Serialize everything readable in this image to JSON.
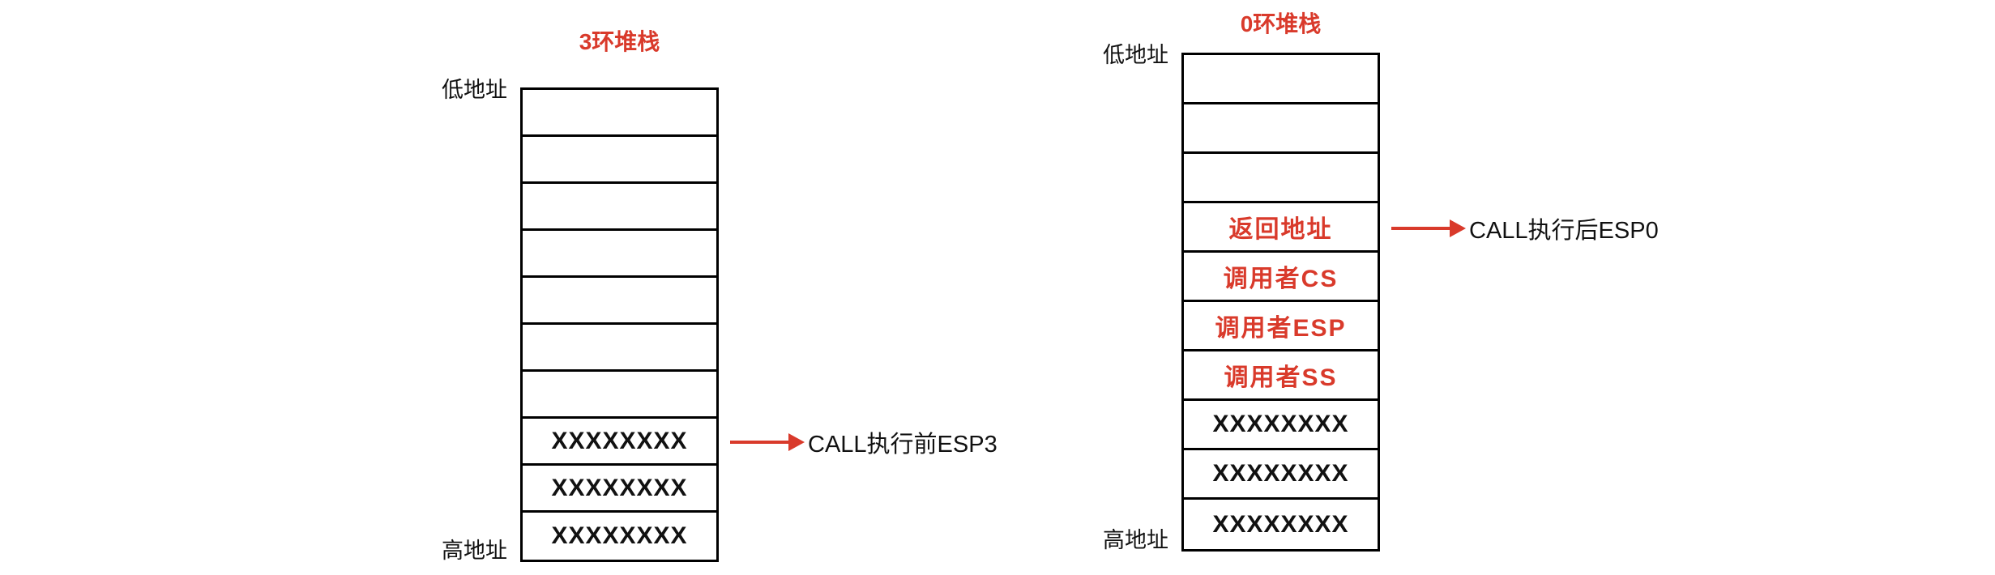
{
  "colors": {
    "accent": "#d93a2b",
    "ink": "#111111"
  },
  "stacks": [
    {
      "title": "3环堆栈",
      "address_labels": {
        "low": "低地址",
        "high": "高地址"
      },
      "rows": [
        {
          "text": "",
          "style": "empty"
        },
        {
          "text": "",
          "style": "empty"
        },
        {
          "text": "",
          "style": "empty"
        },
        {
          "text": "",
          "style": "empty"
        },
        {
          "text": "",
          "style": "empty"
        },
        {
          "text": "",
          "style": "empty"
        },
        {
          "text": "",
          "style": "empty"
        },
        {
          "text": "XXXXXXXX",
          "style": "data"
        },
        {
          "text": "XXXXXXXX",
          "style": "data"
        },
        {
          "text": "XXXXXXXX",
          "style": "data"
        }
      ],
      "pointer": {
        "row": 7,
        "label": "CALL执行前ESP3"
      }
    },
    {
      "title": "0环堆栈",
      "address_labels": {
        "low": "低地址",
        "high": "高地址"
      },
      "rows": [
        {
          "text": "",
          "style": "empty"
        },
        {
          "text": "",
          "style": "empty"
        },
        {
          "text": "",
          "style": "empty"
        },
        {
          "text": "返回地址",
          "style": "highlight"
        },
        {
          "text": "调用者CS",
          "style": "highlight"
        },
        {
          "text": "调用者ESP",
          "style": "highlight"
        },
        {
          "text": "调用者SS",
          "style": "highlight"
        },
        {
          "text": "XXXXXXXX",
          "style": "data"
        },
        {
          "text": "XXXXXXXX",
          "style": "data"
        },
        {
          "text": "XXXXXXXX",
          "style": "data"
        }
      ],
      "pointer": {
        "row": 3,
        "label": "CALL执行后ESP0"
      }
    }
  ]
}
